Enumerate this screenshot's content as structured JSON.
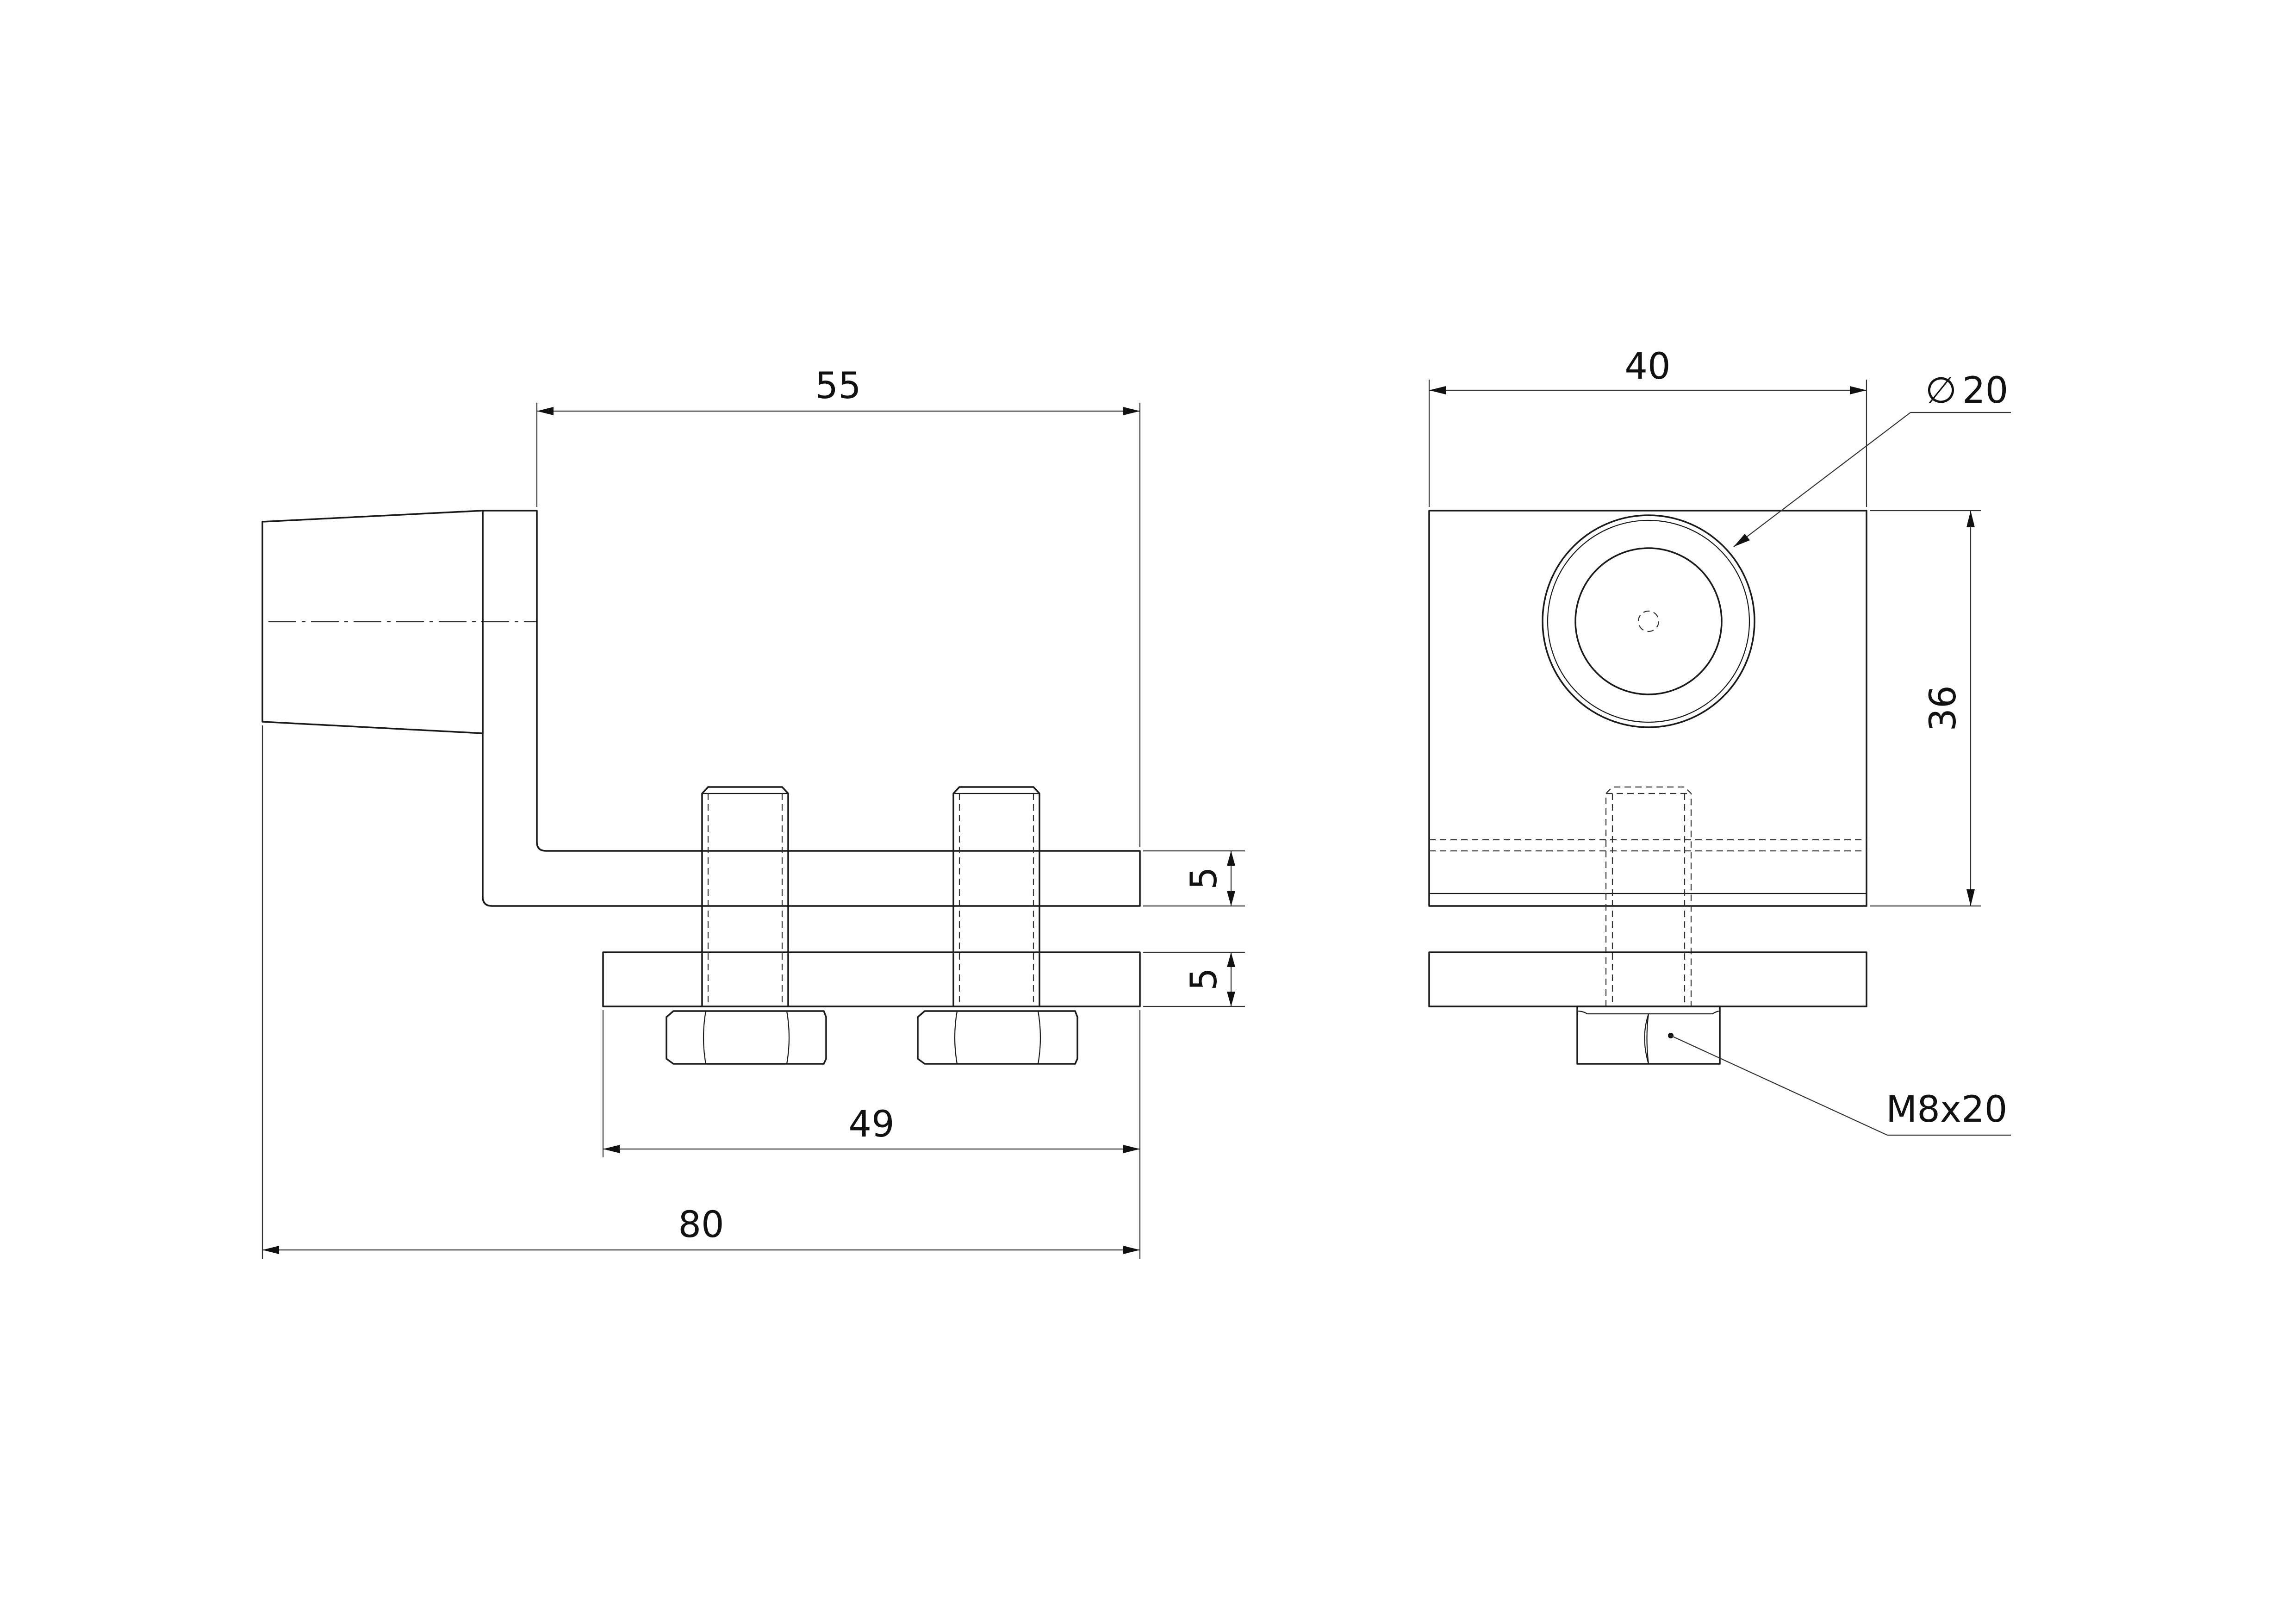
{
  "dimensions": {
    "top_length": "55",
    "plate_thickness_upper": "5",
    "plate_thickness_lower": "5",
    "base_length": "49",
    "overall_length": "80",
    "side_width": "40",
    "side_height": "36",
    "roller_diameter_symbol": "∅",
    "roller_diameter": "20",
    "bolt_spec": "M8x20"
  }
}
